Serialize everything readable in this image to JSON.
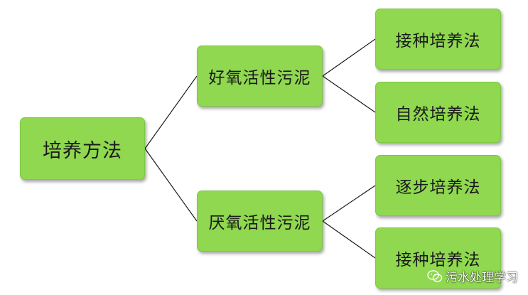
{
  "diagram": {
    "root": "培养方法",
    "branches": [
      {
        "label": "好氧活性污泥",
        "children": [
          "接种培养法",
          "自然培养法"
        ]
      },
      {
        "label": "厌氧活性污泥",
        "children": [
          "逐步培养法",
          "接种培养法"
        ]
      }
    ]
  },
  "watermark": {
    "text": "污水处理学习",
    "icon": "wechat-icon"
  },
  "colors": {
    "node_fill": "#8fd84f",
    "connector": "#1a1a1a"
  }
}
